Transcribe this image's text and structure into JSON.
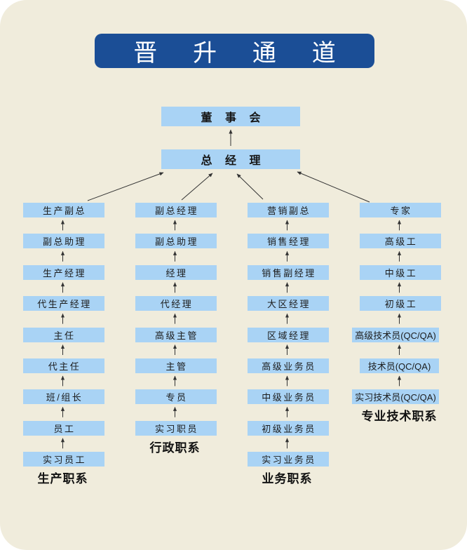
{
  "title": {
    "text": "晋 升 通 道"
  },
  "hierarchy": {
    "board": "董 事 会",
    "gm": "总 经 理"
  },
  "columns": [
    {
      "name": "生产职系",
      "boxes": [
        "生产副总",
        "副总助理",
        "生产经理",
        "代生产经理",
        "主任",
        "代主任",
        "班/组长",
        "员工",
        "实习员工"
      ]
    },
    {
      "name": "行政职系",
      "boxes": [
        "副总经理",
        "副总助理",
        "经理",
        "代经理",
        "高级主管",
        "主管",
        "专员",
        "实习职员"
      ]
    },
    {
      "name": "业务职系",
      "boxes": [
        "营销副总",
        "销售经理",
        "销售副经理",
        "大区经理",
        "区域经理",
        "高级业务员",
        "中级业务员",
        "初级业务员",
        "实习业务员"
      ]
    },
    {
      "name": "专业技术职系",
      "boxes": [
        "专家",
        "高级工",
        "中级工",
        "初级工",
        "高级技术员(QC/QA)",
        "技术员(QC/QA)",
        "实习技术员(QC/QA)"
      ]
    }
  ],
  "colors": {
    "page_background": "#f0ecdc",
    "outer_background": "#ffffff",
    "banner_background": "#1b4e96",
    "banner_text": "#ffffff",
    "box_background": "#a9d3f5",
    "box_text": "#1c1c1c",
    "arrow": "#333333"
  }
}
